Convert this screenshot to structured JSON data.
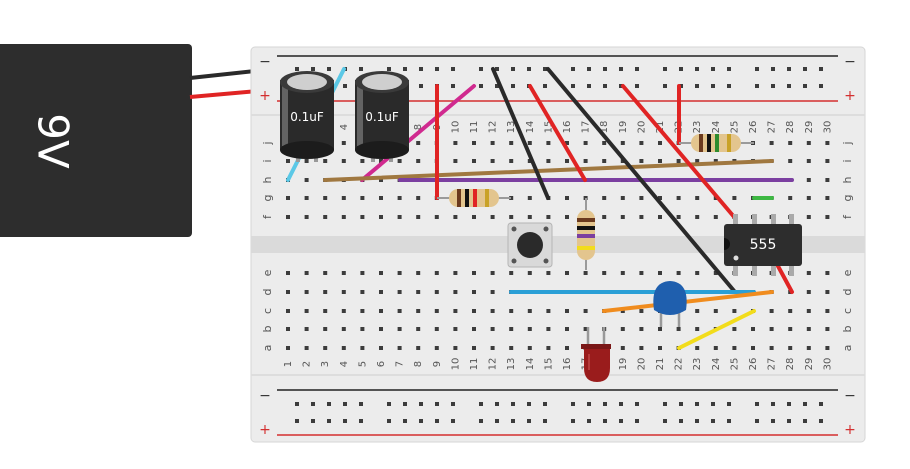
{
  "battery": {
    "label": "9V",
    "body_color": "#2d2d2d"
  },
  "breadboard": {
    "columns": [
      "1",
      "2",
      "3",
      "4",
      "5",
      "6",
      "7",
      "8",
      "9",
      "10",
      "11",
      "12",
      "13",
      "14",
      "15",
      "16",
      "17",
      "18",
      "19",
      "20",
      "21",
      "22",
      "23",
      "24",
      "25",
      "26",
      "27",
      "28",
      "29",
      "30"
    ],
    "rows_top": [
      "j",
      "i",
      "h",
      "g",
      "f"
    ],
    "rows_bottom": [
      "e",
      "d",
      "c",
      "b",
      "a"
    ],
    "rail_minus": "−",
    "rail_plus": "+",
    "colors": {
      "board": "#ececec",
      "rail_red": "#d32f2f",
      "rail_black": "#222222"
    }
  },
  "components": {
    "capacitor_1": {
      "label": "0.1uF"
    },
    "capacitor_2": {
      "label": "0.1uF"
    },
    "ic": {
      "label": "555"
    }
  },
  "wire_colors": {
    "black": "#2a2a2a",
    "red": "#e02424",
    "light_blue": "#5bc8e6",
    "magenta": "#d02a8f",
    "brown": "#a07840",
    "purple": "#7b3fa0",
    "cyan_blue": "#2a9fd6",
    "orange": "#f08c1e",
    "yellow": "#f2dc1c",
    "green": "#3db843"
  }
}
